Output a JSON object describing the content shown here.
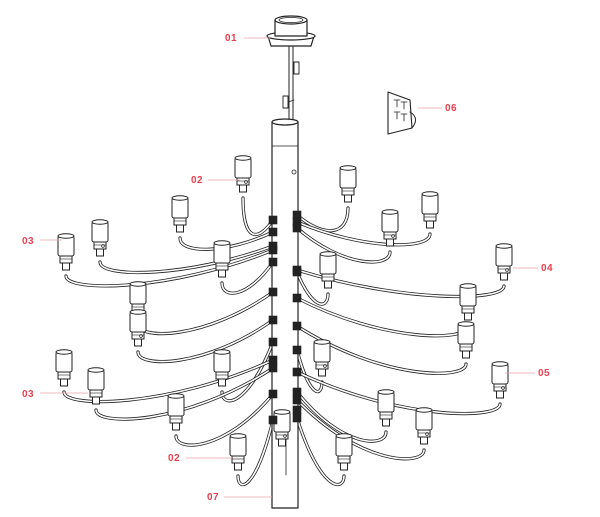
{
  "accent_color": "#e8404f",
  "line_color": "#222222",
  "callouts": [
    {
      "id": "01"
    },
    {
      "id": "02"
    },
    {
      "id": "03"
    },
    {
      "id": "04"
    },
    {
      "id": "05"
    },
    {
      "id": "06"
    },
    {
      "id": "07"
    }
  ],
  "callout_instances": [
    "01",
    "02",
    "02",
    "03",
    "03",
    "04",
    "05",
    "06",
    "07"
  ]
}
